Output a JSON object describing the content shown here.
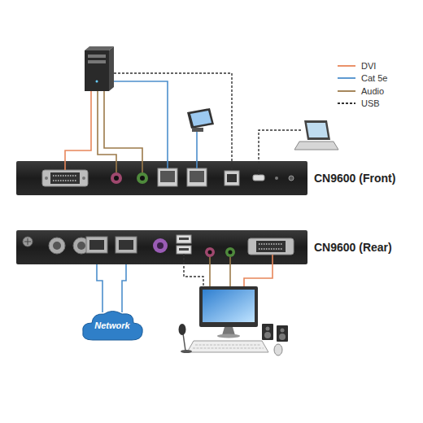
{
  "diagram": {
    "nodes": [
      {
        "text": [
          "CN9600 (Front)"
        ]
      },
      {
        "text": [
          "CN9600 (Rear)"
        ]
      },
      {
        "text": [
          "Network"
        ]
      }
    ],
    "edges": [
      {
        "from": 1,
        "to": 2,
        "arrow": "none"
      },
      {
        "from": 1,
        "to": 2,
        "arrow": "none"
      }
    ],
    "legend": [
      {
        "text": "DVI"
      },
      {
        "text": "Cat 5e"
      },
      {
        "text": "Audio"
      },
      {
        "text": "USB"
      }
    ]
  }
}
